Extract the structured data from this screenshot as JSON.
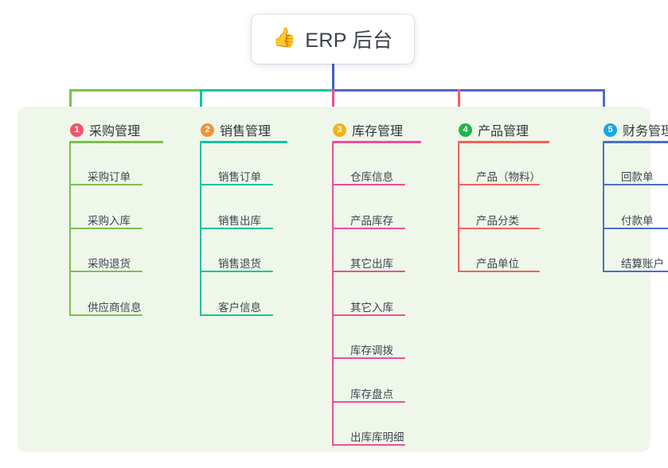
{
  "root": {
    "icon": "thumbs-up-icon",
    "icon_glyph": "👍",
    "title": "ERP 后台"
  },
  "palette": {
    "panel_bg": "#eef7e9",
    "page_bg": "#ffffff",
    "root_stem": "#4a5ab8",
    "bus_green": "#7cbf4f",
    "bus_teal": "#14c3a2",
    "bus_blue": "#5463c4"
  },
  "columns": [
    {
      "number": "1",
      "title": "采购管理",
      "badge_color": "#f4536a",
      "line_color": "#7cbf4f",
      "items": [
        "采购订单",
        "采购入库",
        "采购退货",
        "供应商信息"
      ]
    },
    {
      "number": "2",
      "title": "销售管理",
      "badge_color": "#f29239",
      "line_color": "#14c3a2",
      "items": [
        "销售订单",
        "销售出库",
        "销售退货",
        "客户信息"
      ]
    },
    {
      "number": "3",
      "title": "库存管理",
      "badge_color": "#f6b21b",
      "line_color": "#ee4d9b",
      "items": [
        "仓库信息",
        "产品库存",
        "其它出库",
        "其它入库",
        "库存调拨",
        "库存盘点",
        "出库库明细"
      ]
    },
    {
      "number": "4",
      "title": "产品管理",
      "badge_color": "#22b24c",
      "line_color": "#f4615c",
      "items": [
        "产品（物料）",
        "产品分类",
        "产品单位"
      ]
    },
    {
      "number": "5",
      "title": "财务管理",
      "badge_color": "#19a7e0",
      "line_color": "#4a6fc4",
      "items": [
        "回款单",
        "付款单",
        "结算账户"
      ]
    }
  ]
}
